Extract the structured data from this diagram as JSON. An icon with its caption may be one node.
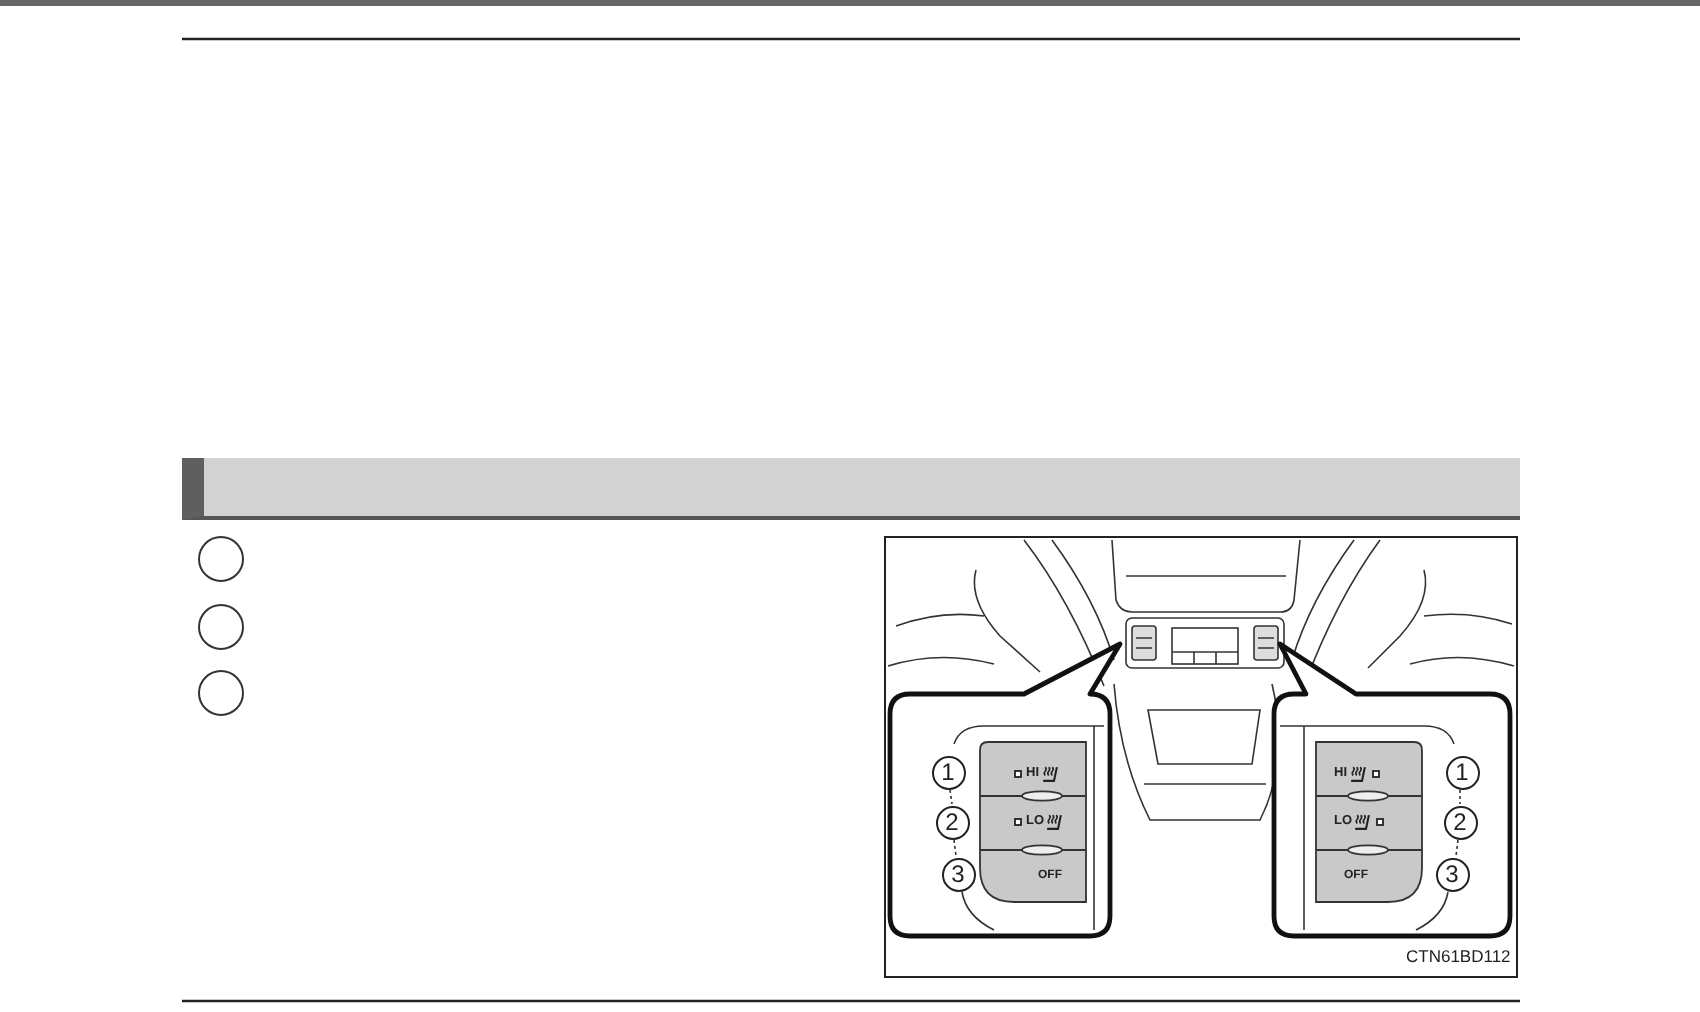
{
  "diagram": {
    "nodes": [
      {
        "text": [],
        "shape": "bar"
      },
      {
        "text": [],
        "shape": "circle"
      },
      {
        "text": [],
        "shape": "circle"
      },
      {
        "text": [],
        "shape": "circle"
      }
    ],
    "labels": [
      "1",
      "HI",
      "2",
      "LO",
      "3",
      "OFF",
      "HI",
      "1",
      "LO",
      "2",
      "OFF",
      "3",
      "CTN61BD112"
    ]
  }
}
